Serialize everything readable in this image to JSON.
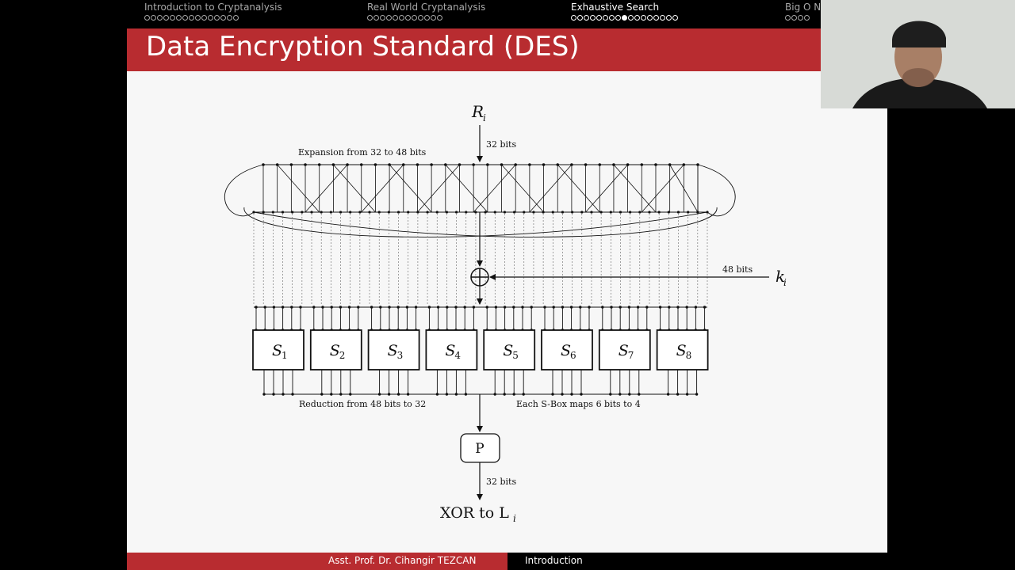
{
  "nav": {
    "sections": [
      {
        "title": "Introduction to Cryptanalysis",
        "dots": 15,
        "active_dot": -1
      },
      {
        "title": "Real World Cryptanalysis",
        "dots": 12,
        "active_dot": -1
      },
      {
        "title": "Exhaustive Search",
        "dots": 17,
        "active_dot": 8
      },
      {
        "title": "Big O N",
        "dots": 4,
        "active_dot": -1
      }
    ]
  },
  "slide": {
    "title": "Data Encryption Standard (DES)"
  },
  "footer": {
    "author": "Asst. Prof. Dr. Cihangir TEZCAN",
    "section": "Introduction"
  },
  "diagram": {
    "input_label": "R",
    "input_sub": "i",
    "bits_32_top": "32 bits",
    "expansion_label": "Expansion from 32 to 48 bits",
    "bits_48": "48 bits",
    "key_label": "k",
    "key_sub": "i",
    "sboxes": [
      "1",
      "2",
      "3",
      "4",
      "5",
      "6",
      "7",
      "8"
    ],
    "sbox_letter": "S",
    "reduction_label": "Reduction from 48 bits to 32",
    "sbox_note": "Each S-Box maps 6 bits to 4",
    "perm_label": "P",
    "bits_32_bottom": "32 bits",
    "output_label": "XOR to L",
    "output_sub": "i"
  }
}
